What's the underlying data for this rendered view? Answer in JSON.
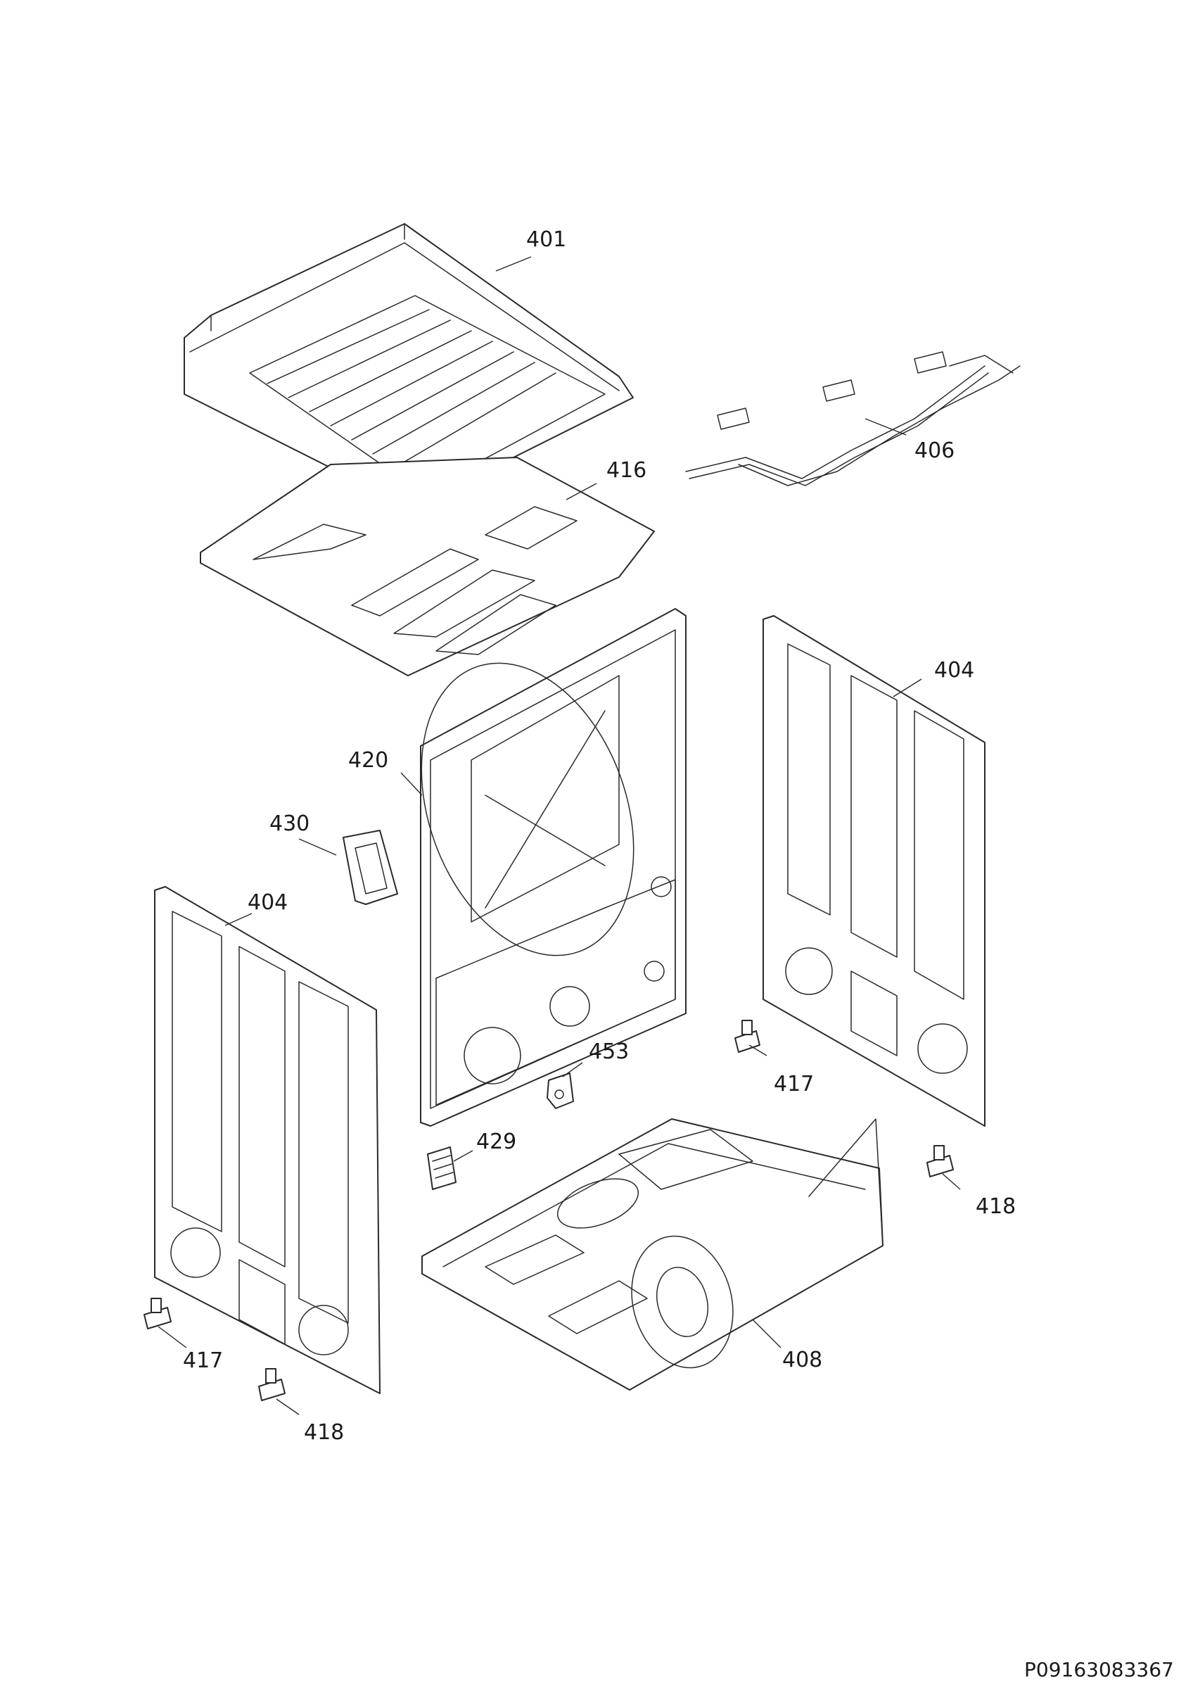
{
  "drawing_code": "P09163083367",
  "callouts": [
    {
      "id": "top-cover",
      "label": "401"
    },
    {
      "id": "wiring-harness",
      "label": "406"
    },
    {
      "id": "top-support-plate",
      "label": "416"
    },
    {
      "id": "side-panel-right",
      "label": "404"
    },
    {
      "id": "rear-panel",
      "label": "420"
    },
    {
      "id": "handle-bracket",
      "label": "430"
    },
    {
      "id": "side-panel-left",
      "label": "404"
    },
    {
      "id": "hinge-bracket",
      "label": "453"
    },
    {
      "id": "foot-rear-right",
      "label": "417"
    },
    {
      "id": "connector-block",
      "label": "429"
    },
    {
      "id": "foot-front-right",
      "label": "418"
    },
    {
      "id": "base-frame",
      "label": "408"
    },
    {
      "id": "foot-rear-left",
      "label": "417"
    },
    {
      "id": "foot-front-left",
      "label": "418"
    }
  ]
}
